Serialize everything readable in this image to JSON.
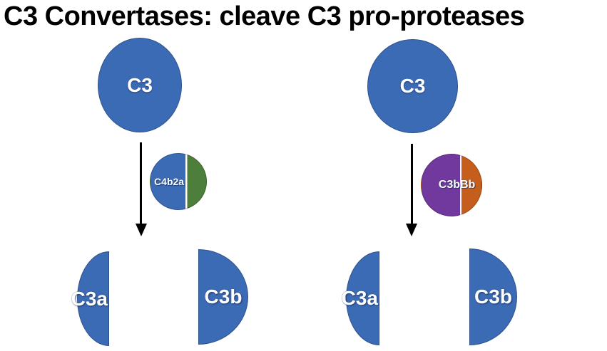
{
  "title": "C3 Convertases: cleave C3 pro-proteases",
  "colors": {
    "blue": "#3C6BB5",
    "green": "#4E7E3B",
    "purple": "#71389E",
    "orange": "#C55E1D",
    "arrow": "#000000"
  },
  "left_pathway": {
    "substrate_label": "C3",
    "convertase_label": "C4b2a",
    "products": [
      "C3a",
      "C3b"
    ]
  },
  "right_pathway": {
    "substrate_label": "C3",
    "convertase_label": "C3bBb",
    "products": [
      "C3a",
      "C3b"
    ]
  }
}
